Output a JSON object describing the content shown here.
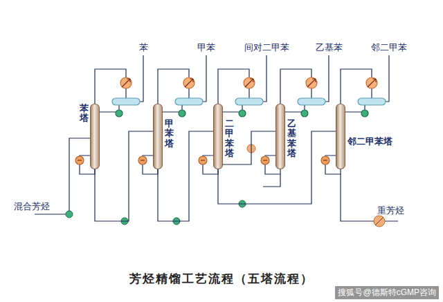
{
  "diagram": {
    "caption": "芳烃精馏工艺流程（五塔流程）",
    "nodes": [
      {
        "text": [
          "苯塔"
        ]
      },
      {
        "text": [
          "甲苯塔"
        ]
      },
      {
        "text": [
          "二甲苯塔"
        ]
      },
      {
        "text": [
          "乙基苯塔"
        ]
      },
      {
        "text": [
          "邻二甲苯塔"
        ]
      }
    ],
    "edges": [
      {
        "from": 0,
        "to": 1,
        "arrow": "none"
      },
      {
        "from": 1,
        "to": 2,
        "arrow": "none"
      },
      {
        "from": 2,
        "to": 3,
        "arrow": "none"
      },
      {
        "from": 2,
        "to": 4,
        "arrow": "none"
      }
    ],
    "labels": [
      "苯",
      "甲苯",
      "间对二甲苯",
      "乙基苯",
      "邻二甲苯",
      "混合芳烃",
      "重芳烃",
      "搜狐号@德斯特cGMP咨询"
    ]
  }
}
